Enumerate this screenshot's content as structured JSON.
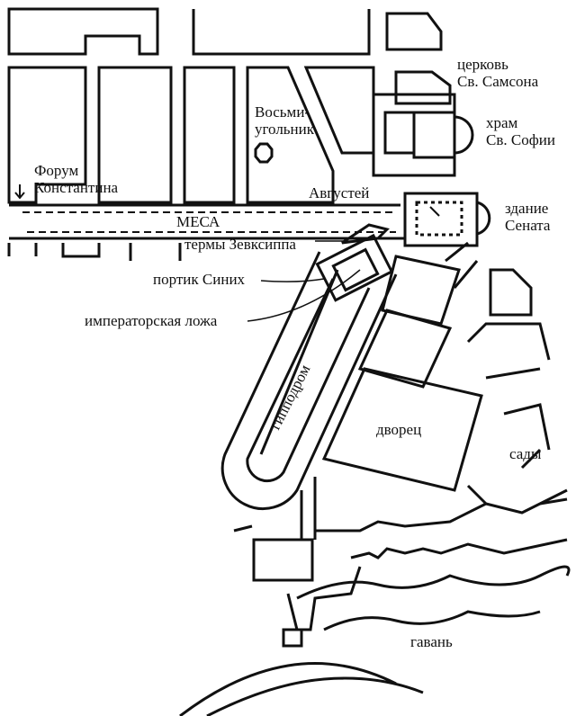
{
  "map": {
    "labels": {
      "church_samson": [
        "церковь",
        "Св. Самсона"
      ],
      "hagia_sophia": [
        "храм",
        "Св. Софии"
      ],
      "octagon": [
        "Восьми-",
        "угольник"
      ],
      "forum": [
        "Форум",
        "Константина"
      ],
      "augusteion": "Августей",
      "senate": [
        "здание",
        "Сената"
      ],
      "mesa": "МЕСА",
      "zeuxippus": "термы Зевксиппа",
      "portico": "портик Синих",
      "kathisma": "императорская ложа",
      "hippodrome": "гипподром",
      "palace": "дворец",
      "gardens": "сады",
      "harbor": "гавань"
    },
    "colors": {
      "ink": "#111111",
      "paper": "#ffffff"
    }
  }
}
